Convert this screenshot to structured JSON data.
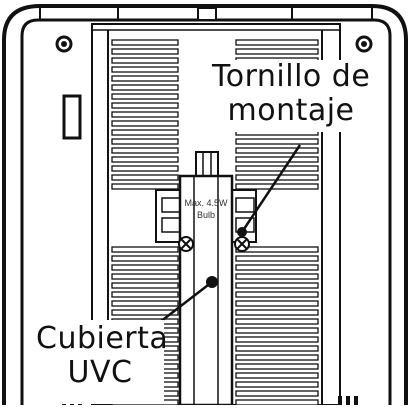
{
  "callouts": {
    "mounting_screw": {
      "line1": "Tornillo de",
      "line2": "montaje"
    },
    "uvc_cover": {
      "line1": "Cubierta",
      "line2": "UVC"
    }
  },
  "bulb_label": {
    "line1": "Max. 4.5W",
    "line2": "Bulb"
  },
  "colors": {
    "ink": "#111111",
    "paper": "#ffffff",
    "shade": "#e6e6e6"
  }
}
